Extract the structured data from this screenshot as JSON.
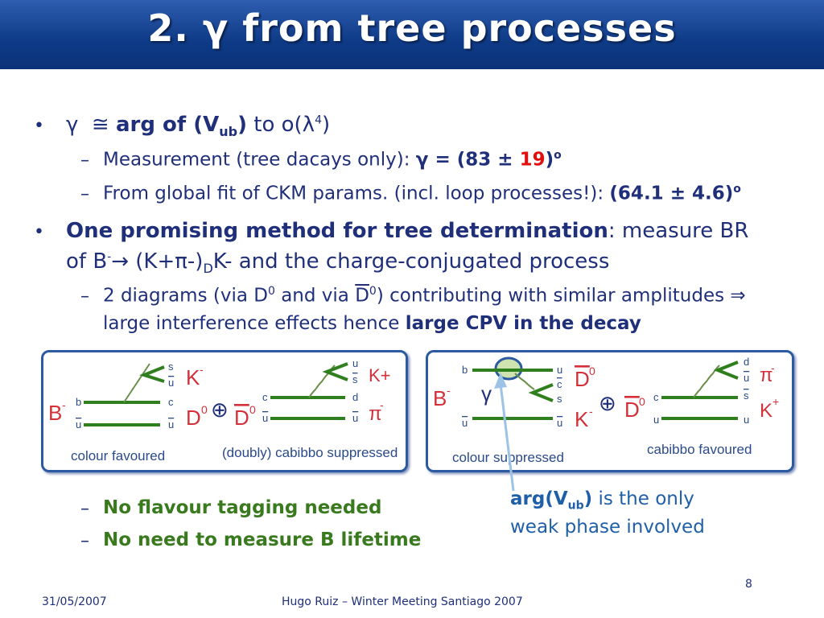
{
  "title": "2. γ from tree processes",
  "bullet1": {
    "gamma": "γ",
    "approx": "≅",
    "arg": "arg of (V",
    "sub_ub": "ub",
    "close": ")",
    "to": " to o(λ",
    "sup4": "4",
    "end": ")"
  },
  "sub1": {
    "text": "Measurement (tree dacays only): ",
    "gamma": "γ",
    "eq": " = (83 ± ",
    "err": "19",
    "close": ")",
    "deg": "o"
  },
  "sub2": {
    "text": "From global fit of CKM params. (incl. loop processes!): ",
    "value": "(64.1 ± 4.6)",
    "deg": "o"
  },
  "bullet2": {
    "bold": "One promising method for tree determination",
    "rest": ": measure BR",
    "line2a": "of B",
    "line2sup": "-",
    "line2b": "→ (K+π-)",
    "line2sub": "D",
    "line2c": "K- and the charge-conjugated process"
  },
  "sub3": {
    "a": "2 diagrams (via D",
    "sup1": "0",
    "b": " and via ",
    "dbar": "D",
    "sup2": "0",
    "c": ") contributing with similar amplitudes ⇒",
    "line2": "large interference effects hence ",
    "line2bold": "large CPV in the decay"
  },
  "diagram_left": {
    "quarks_top": [
      "s",
      "u"
    ],
    "quarks_bottom": [
      "b",
      "u",
      "c",
      "u"
    ],
    "quarks_right_top": [
      "u",
      "s"
    ],
    "quarks_right_bottom": [
      "c",
      "u",
      "d",
      "u"
    ],
    "B": "B",
    "B_sup": "-",
    "K": "K",
    "K_sup": "-",
    "D0": "D",
    "D0_sup": "0",
    "oplus": "⊕",
    "D0bar": "D",
    "D0bar_sup": "0",
    "Kplus": "K+",
    "pi": "π",
    "pi_sup": "-",
    "label1": "colour favoured",
    "label2": "(doubly) cabibbo suppressed"
  },
  "diagram_right": {
    "quarks_left": [
      "b",
      "u"
    ],
    "quarks_mid": [
      "u",
      "c",
      "s",
      "u"
    ],
    "quarks_right_top": [
      "d",
      "u"
    ],
    "quarks_right_mid": [
      "c",
      "s"
    ],
    "quarks_right_bottom": [
      "u",
      "u"
    ],
    "B": "B",
    "B_sup": "-",
    "gamma": "γ",
    "D0bar": "D",
    "D0bar_sup": "0",
    "K": "K",
    "K_sup": "-",
    "oplus": "⊕",
    "D0bar2": "D",
    "D0bar2_sup": "0",
    "pi": "π",
    "pi_sup": "-",
    "Kplus": "K",
    "Kplus_sup": "+",
    "label1": "colour suppressed",
    "label2": "cabibbo favoured"
  },
  "bottom_items": [
    "No flavour tagging needed",
    "No need to measure B lifetime"
  ],
  "callout": {
    "bold": "arg(V",
    "sub": "ub",
    "close": ")",
    "rest": " is the only",
    "line2": "weak phase involved"
  },
  "footer": {
    "date": "31/05/2007",
    "center": "Hugo Ruiz – Winter Meeting Santiago 2007",
    "page": "8"
  },
  "colors": {
    "header": "#0e3a86",
    "text": "#1f2f7a",
    "red": "#e01010",
    "green": "#3a7a1e",
    "box_border": "#2c5aa0"
  }
}
